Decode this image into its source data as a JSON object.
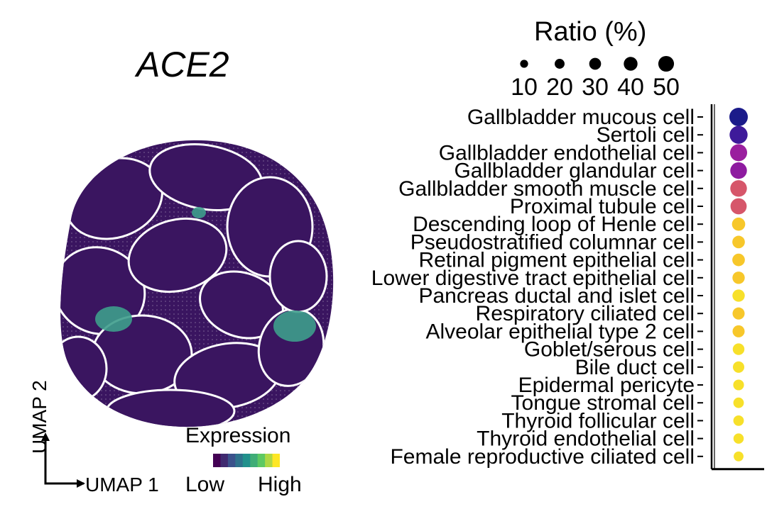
{
  "gene_title": "ACE2",
  "umap": {
    "xlabel": "UMAP 1",
    "ylabel": "UMAP 2",
    "legend_title": "Expression",
    "legend_low": "Low",
    "legend_high": "High",
    "colormap": [
      "#440154",
      "#3b528b",
      "#21918c",
      "#5ec962",
      "#fde725"
    ],
    "point_color": "#3a1560",
    "high_expression_color": "#3e9d8c"
  },
  "chart_data": {
    "type": "scatter",
    "title": "",
    "xlabel": "",
    "ylabel": "",
    "size_legend_title": "Ratio (%)",
    "size_legend_values": [
      10,
      20,
      30,
      40,
      50
    ],
    "categories": [
      "Gallbladder mucous cell",
      "Sertoli cell",
      "Gallbladder endothelial cell",
      "Gallbladder glandular cell",
      "Gallbladder smooth muscle cell",
      "Proximal tubule cell",
      "Descending loop of Henle cell",
      "Pseudostratified columnar cell",
      "Retinal pigment epithelial cell",
      "Lower digestive tract epithelial cell",
      "Pancreas ductal and islet cell",
      "Respiratory ciliated cell",
      "Alveolar epithelial type 2 cell",
      "Goblet/serous cell",
      "Bile duct cell",
      "Epidermal pericyte",
      "Tongue stromal cell",
      "Thyroid follicular cell",
      "Thyroid endothelial cell",
      "Female reproductive ciliated cell"
    ],
    "ratio_percent": [
      50,
      48,
      44,
      42,
      42,
      40,
      27,
      24,
      24,
      23,
      23,
      22,
      22,
      20,
      19,
      16,
      15,
      15,
      14,
      12
    ],
    "colors": [
      "#1b1b8a",
      "#3e1a9a",
      "#9a1f9e",
      "#8e1ba0",
      "#d6566a",
      "#d6566a",
      "#f7c72a",
      "#f7c72a",
      "#f7c72a",
      "#f7c72a",
      "#f7e02a",
      "#f7c72a",
      "#f7c72a",
      "#f7e02a",
      "#f7e02a",
      "#f7e02a",
      "#f7e02a",
      "#f7e02a",
      "#f7e02a",
      "#f7e02a"
    ]
  }
}
